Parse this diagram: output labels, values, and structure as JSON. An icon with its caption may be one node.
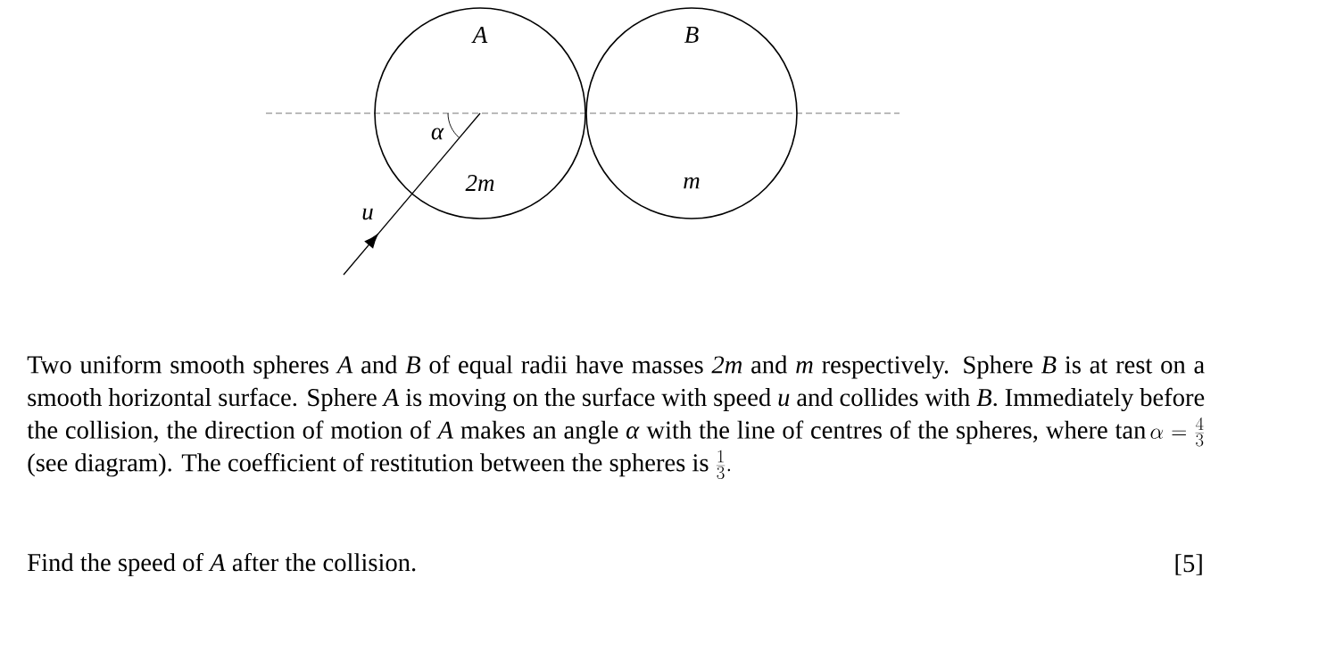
{
  "diagram": {
    "nodes": [
      {
        "text": [
          "A",
          "2m"
        ]
      },
      {
        "text": [
          "B",
          "m"
        ]
      }
    ],
    "labels": [
      "u",
      "α",
      "Two uniform smooth spheres *A* and *B* of equal radii have masses *2m* and *m* respectively. Sphere *B* is at rest on a smooth horizontal surface. Sphere *A* is moving on the surface with speed *u* and collides with *B*. Immediately before the collision, the direction of motion of *A* makes an angle *α* with the line of centres of the spheres, where",
      "\\tan\\alpha = \\frac{4}{3}",
      "(see diagram). The coefficient of restitution between the spheres is",
      "\\frac{1}{3}.",
      "Find the speed of *A* after the collision.",
      "[5]"
    ]
  }
}
